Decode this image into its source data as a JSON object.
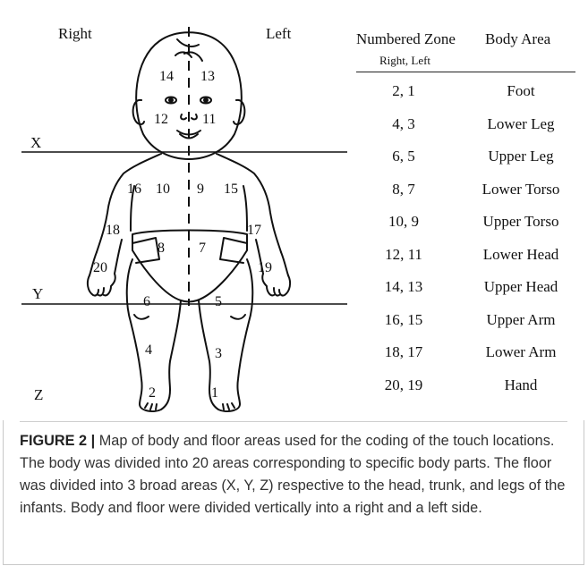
{
  "figure": {
    "side_right": "Right",
    "side_left": "Left",
    "floor_zones": [
      "X",
      "Y",
      "Z"
    ],
    "body_numbers": {
      "z1": "1",
      "z2": "2",
      "z3": "3",
      "z4": "4",
      "z5": "5",
      "z6": "6",
      "z7": "7",
      "z8": "8",
      "z9": "9",
      "z10": "10",
      "z11": "11",
      "z12": "12",
      "z13": "13",
      "z14": "14",
      "z15": "15",
      "z16": "16",
      "z17": "17",
      "z18": "18",
      "z19": "19",
      "z20": "20"
    }
  },
  "table": {
    "header_zone": "Numbered Zone",
    "header_zone_sub": "Right, Left",
    "header_area": "Body Area",
    "rows": [
      {
        "zone": "2, 1",
        "area": "Foot"
      },
      {
        "zone": "4, 3",
        "area": "Lower Leg"
      },
      {
        "zone": "6, 5",
        "area": "Upper Leg"
      },
      {
        "zone": "8, 7",
        "area": "Lower Torso"
      },
      {
        "zone": "10, 9",
        "area": "Upper Torso"
      },
      {
        "zone": "12, 11",
        "area": "Lower Head"
      },
      {
        "zone": "14, 13",
        "area": "Upper Head"
      },
      {
        "zone": "16, 15",
        "area": "Upper Arm"
      },
      {
        "zone": "18, 17",
        "area": "Lower Arm"
      },
      {
        "zone": "20, 19",
        "area": "Hand"
      }
    ]
  },
  "caption": {
    "label": "FIGURE 2 |",
    "text": " Map of body and floor areas used for the coding of the touch locations. The body was divided into 20 areas corresponding to specific body parts. The floor was divided into 3 broad areas (X, Y, Z) respective to the head, trunk, and legs of the infants. Body and floor were divided vertically into a right and a left side."
  }
}
